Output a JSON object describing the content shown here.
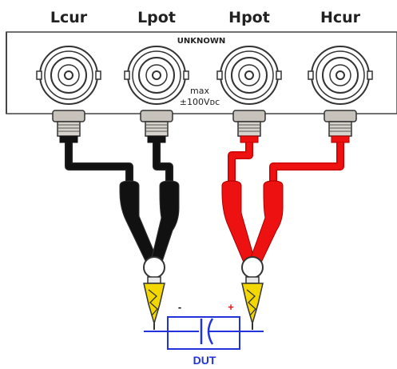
{
  "terminals": [
    {
      "label": "Lcur"
    },
    {
      "label": "Lpot"
    },
    {
      "label": "Hpot"
    },
    {
      "label": "Hcur"
    }
  ],
  "panel": {
    "unknown_label": "UNKNOWN",
    "max_label_line1": "max",
    "max_label_line2": "±100Vᴅᴄ"
  },
  "dut": {
    "label": "DUT",
    "minus_label": "-",
    "plus_label": "+"
  },
  "colors": {
    "low_side": "#111111",
    "high_side": "#ee1111",
    "dut_stroke": "#2233dd",
    "clip_yellow": "#f2d800",
    "panel_fill": "#ffffff",
    "panel_stroke": "#444444"
  },
  "icons": [
    "bnc-connector-icon",
    "alligator-clip-icon",
    "capacitor-symbol-icon"
  ]
}
